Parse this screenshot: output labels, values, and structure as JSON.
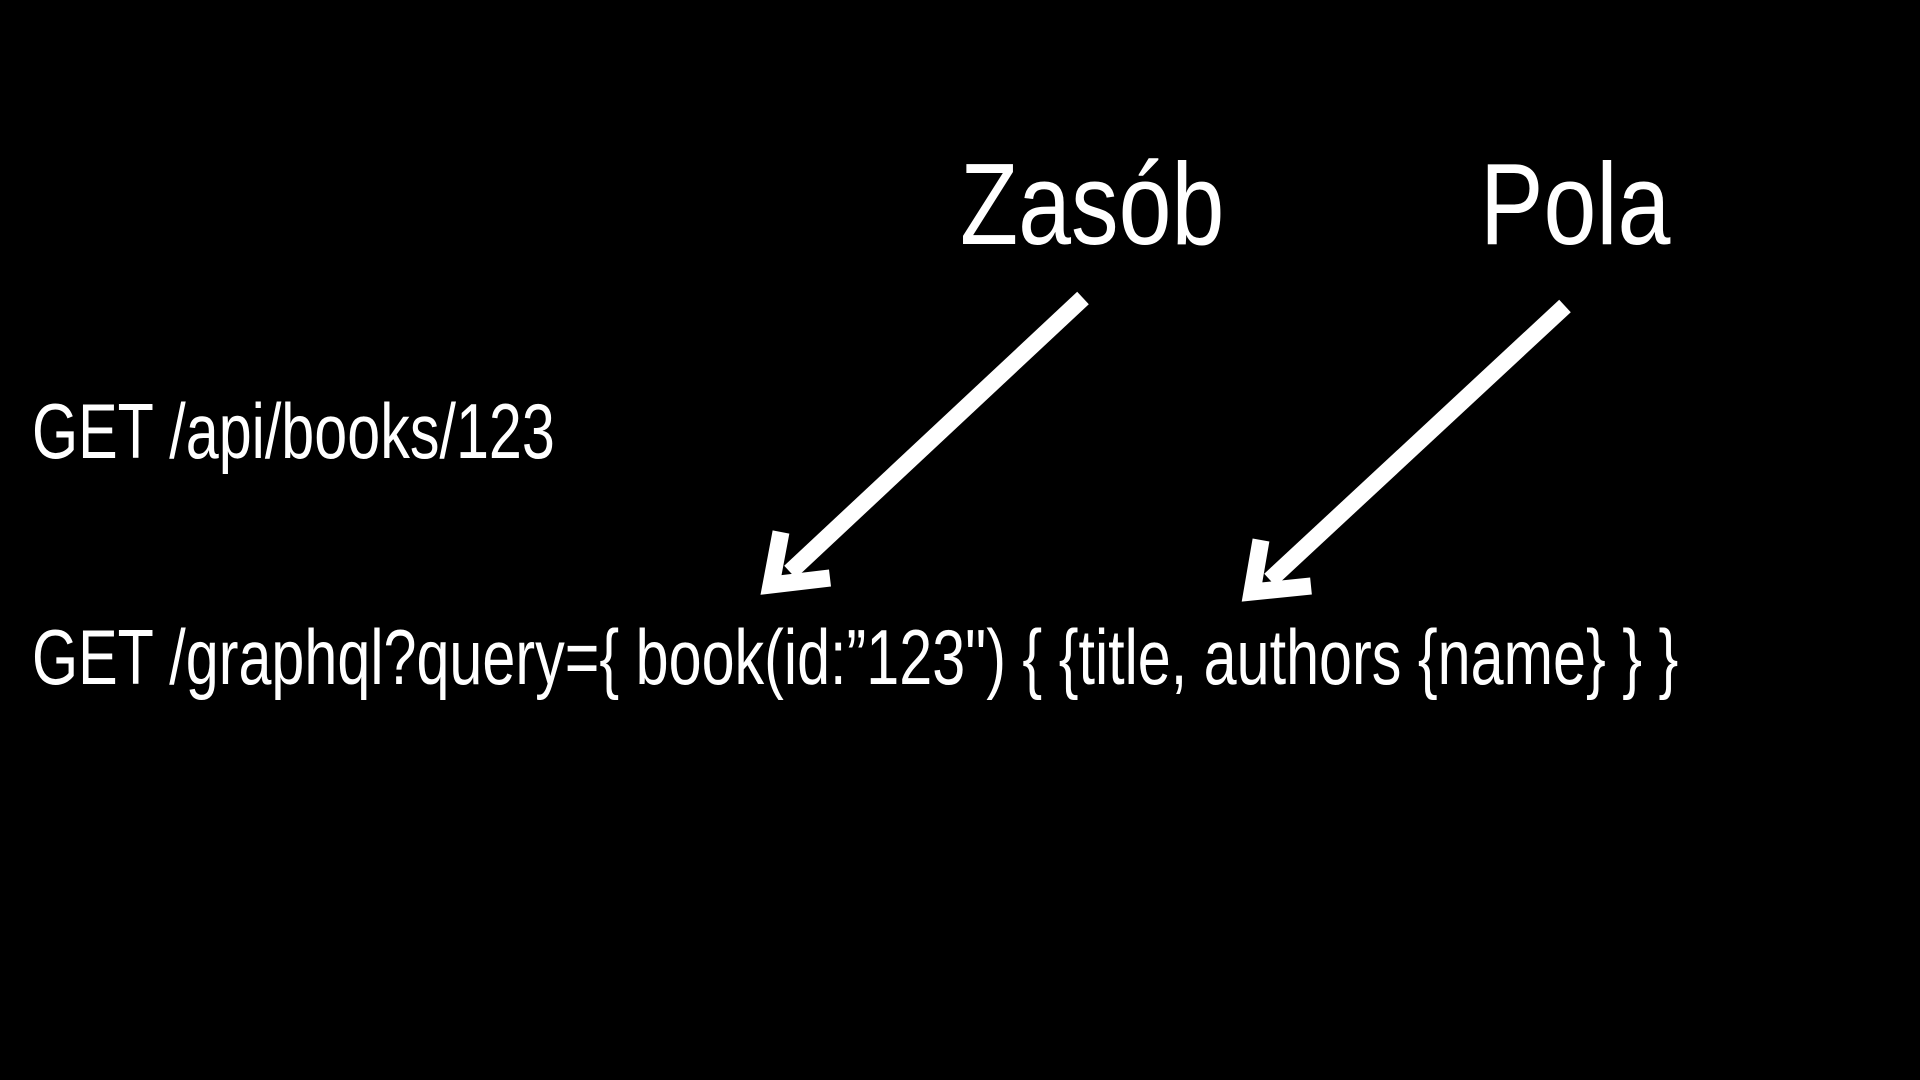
{
  "labels": {
    "resource": "Zasób",
    "fields": "Pola"
  },
  "code": {
    "rest_request": "GET /api/books/123",
    "graphql_request": "GET /graphql?query={ book(id:”123\") { {title, authors {name} } }"
  },
  "colors": {
    "background": "#000000",
    "foreground": "#ffffff"
  },
  "icons": {
    "resource_arrow": "arrow-down-left-icon",
    "fields_arrow": "arrow-down-left-icon"
  }
}
